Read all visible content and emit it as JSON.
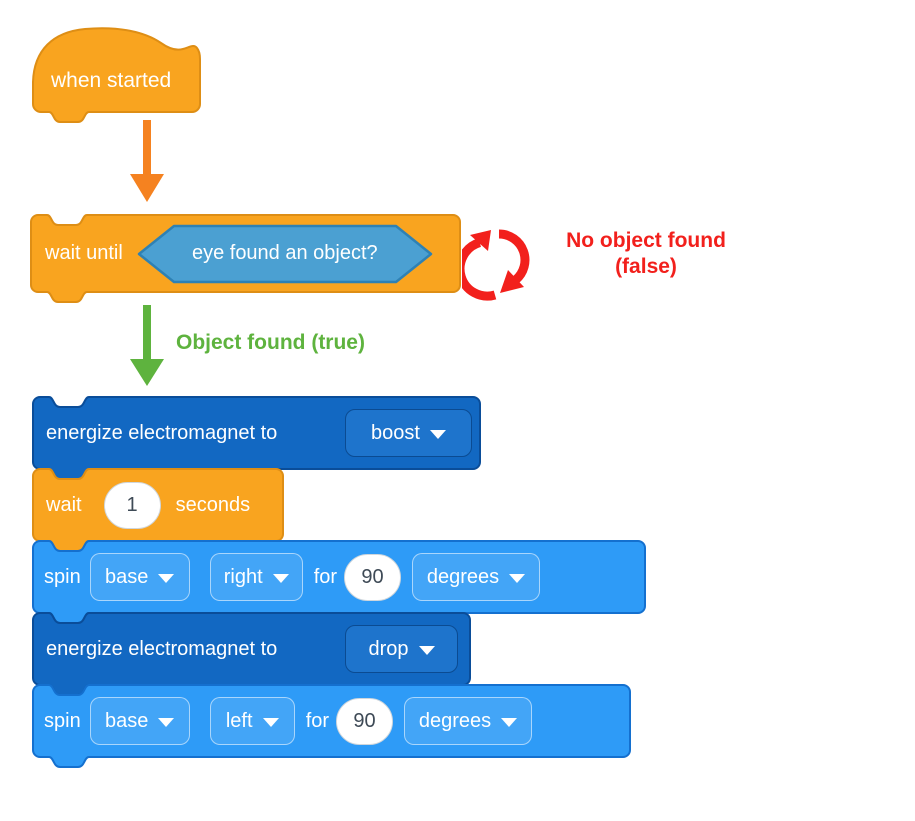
{
  "colors": {
    "block_orange": "#F9A41F",
    "block_orange_border": "#DE8E15",
    "block_dark_blue": "#1268C2",
    "block_dark_blue_border": "#0A4D99",
    "block_light_blue": "#2E9BF7",
    "block_light_blue_border": "#1470CF",
    "condition_hex_blue": "#4BA0D2",
    "condition_hex_border": "#2E81B4",
    "flow_arrow_orange": "#F58220",
    "annotation_red": "#F2201C",
    "annotation_green": "#5EB33E",
    "input_text": "#3E4A56"
  },
  "hat_block": {
    "label": "when started"
  },
  "wait_until_block": {
    "label": "wait until",
    "condition": "eye found an object?"
  },
  "annotations": {
    "no_object_line1": "No object found",
    "no_object_line2": "(false)",
    "object_found": "Object found (true)"
  },
  "energize_boost_block": {
    "label": "energize electromagnet to",
    "selected": "boost"
  },
  "wait_block": {
    "label": "wait",
    "value": "1",
    "unit": "seconds"
  },
  "spin_right_block": {
    "label": "spin",
    "motor": "base",
    "direction": "right",
    "for_label": "for",
    "value": "90",
    "unit": "degrees"
  },
  "energize_drop_block": {
    "label": "energize electromagnet to",
    "selected": "drop"
  },
  "spin_left_block": {
    "label": "spin",
    "motor": "base",
    "direction": "left",
    "for_label": "for",
    "value": "90",
    "unit": "degrees"
  }
}
